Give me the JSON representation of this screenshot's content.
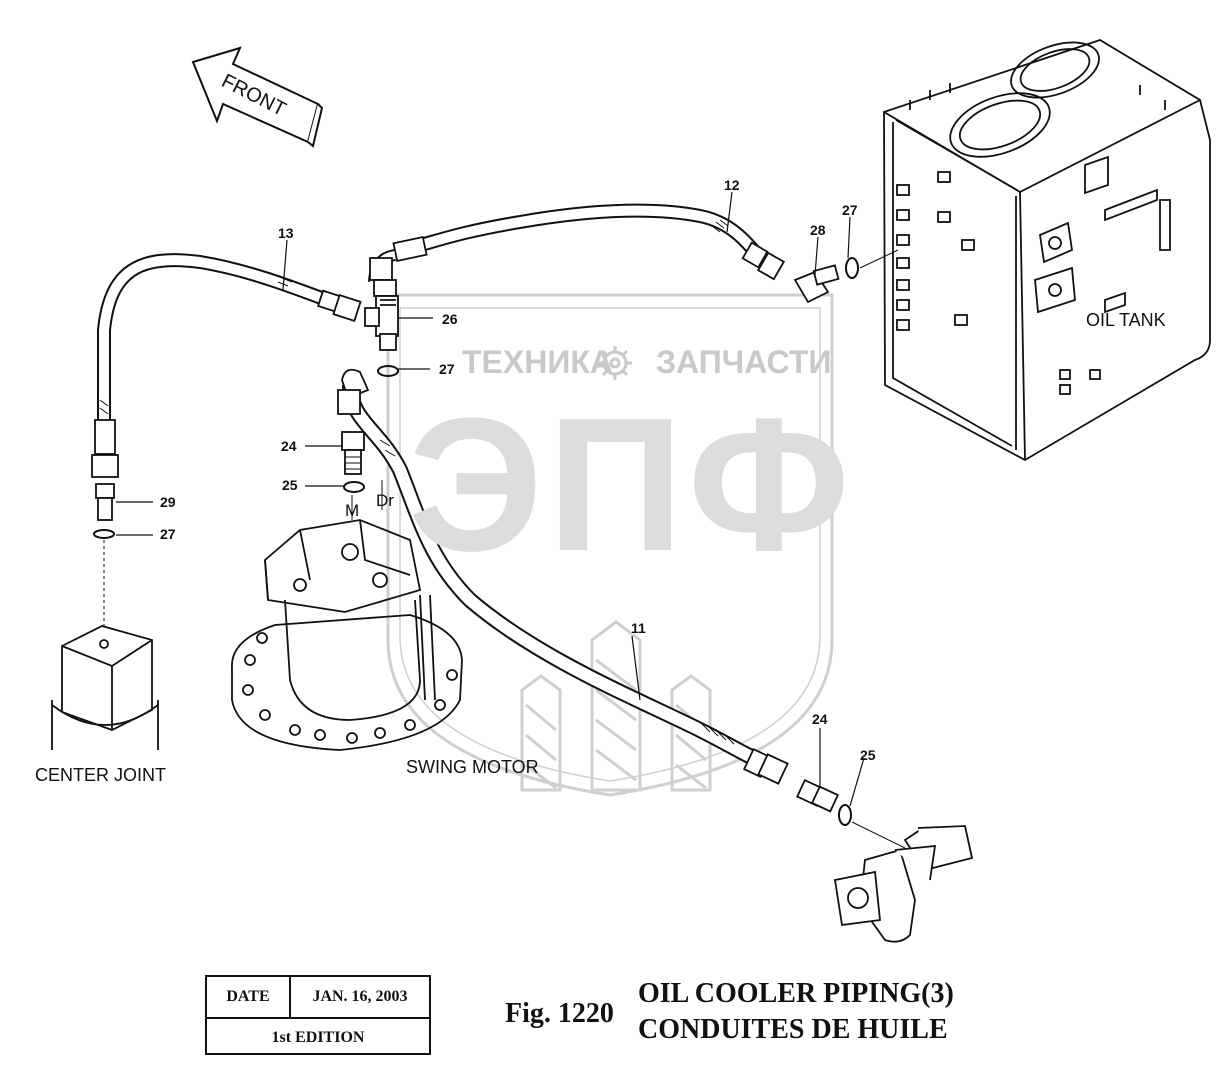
{
  "watermark": {
    "line1_left": "ТЕХНИКА",
    "line1_right": "ЗАПЧАСТИ",
    "big": "ЭПФ"
  },
  "front_label": "FRONT",
  "components": {
    "oil_tank": "OIL TANK",
    "center_joint": "CENTER JOINT",
    "swing_motor": "SWING MOTOR"
  },
  "ports": {
    "m": "M",
    "dr": "Dr"
  },
  "callouts": {
    "c12": "12",
    "c13": "13",
    "c28": "28",
    "c27_tank": "27",
    "c26": "26",
    "c27_tee": "27",
    "c24_left": "24",
    "c25_left": "25",
    "c29": "29",
    "c27_cj": "27",
    "c11": "11",
    "c24_right": "24",
    "c25_right": "25"
  },
  "date_box": {
    "date_label": "DATE",
    "date_value": "JAN. 16, 2003",
    "edition": "1st EDITION"
  },
  "figure": {
    "number": "Fig. 1220",
    "title_en": "OIL COOLER PIPING(3)",
    "title_fr": "CONDUITES DE HUILE"
  }
}
